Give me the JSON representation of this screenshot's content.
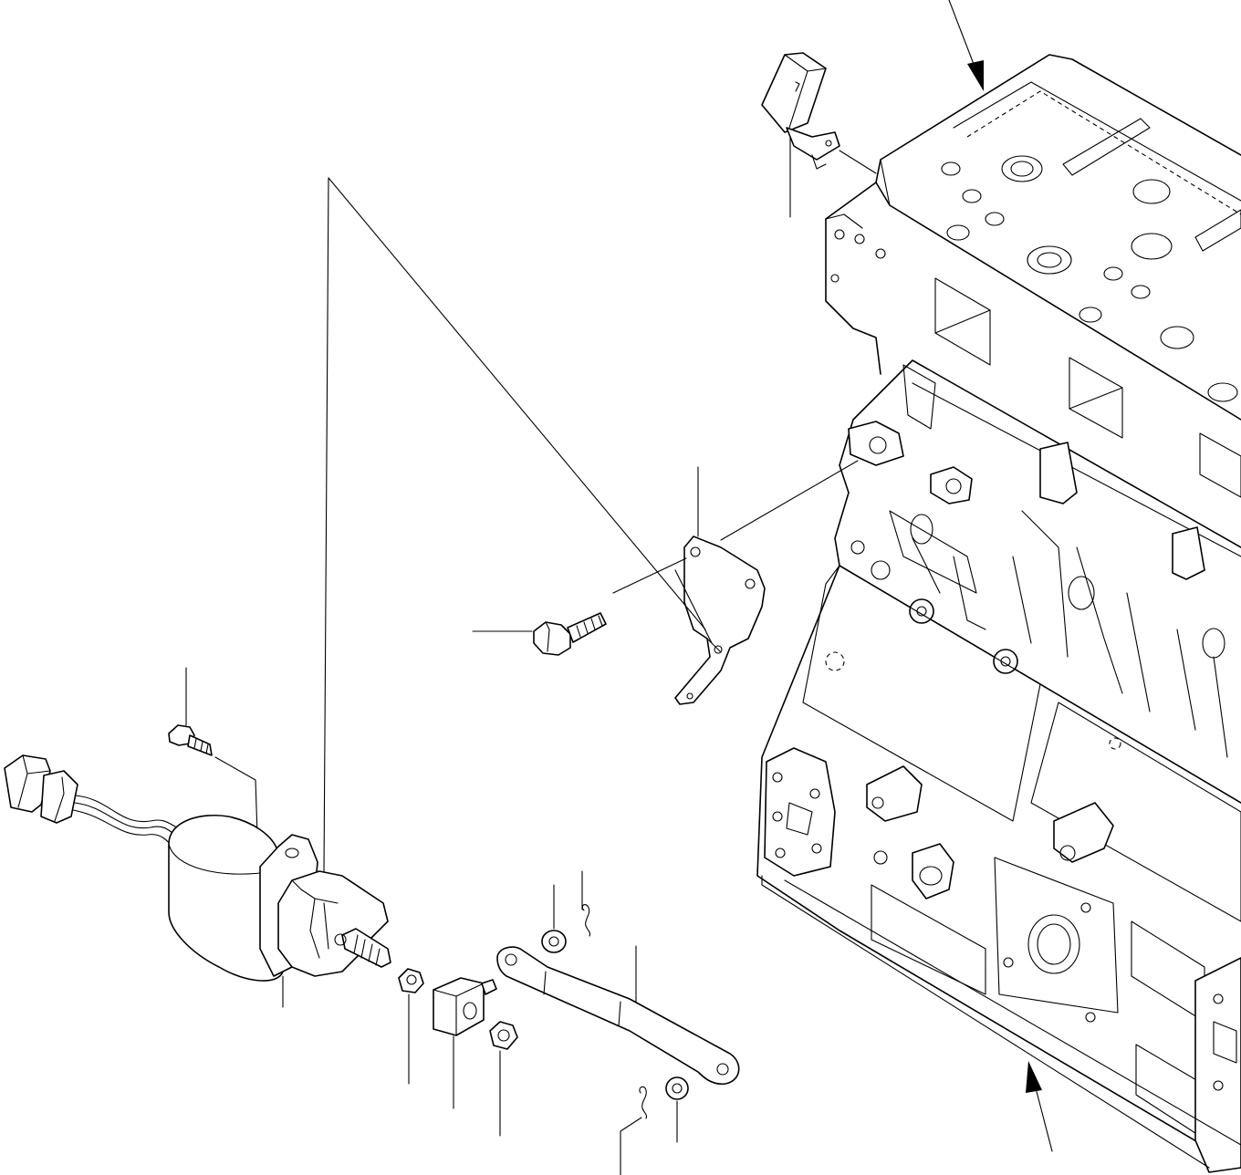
{
  "diagram": {
    "type": "exploded-parts-view",
    "colors": {
      "line": "#000000",
      "background": "#ffffff"
    },
    "parts": [
      "cylinder-head",
      "cylinder-block",
      "engine-stop-solenoid",
      "solenoid-connector",
      "solenoid-mounting-bolt",
      "solenoid-bracket",
      "bracket-bolt",
      "solenoid-link-lever",
      "link-block",
      "nut",
      "washer",
      "snap-pin",
      "sensor-switch"
    ]
  }
}
